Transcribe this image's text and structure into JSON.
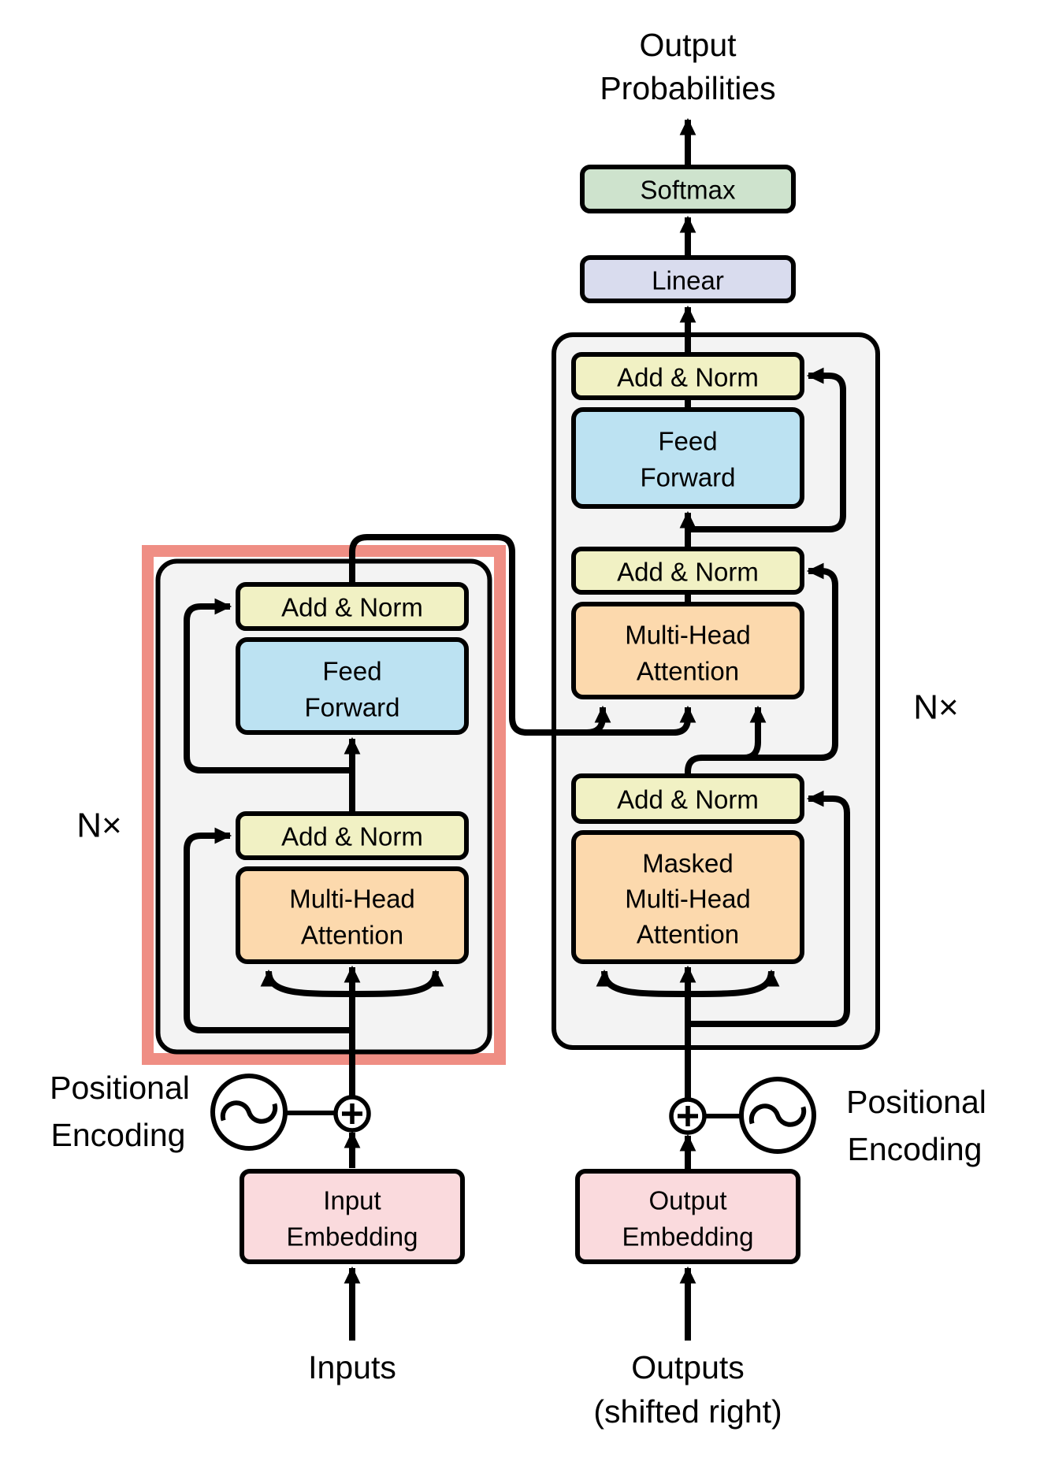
{
  "labels": {
    "output_probabilities": [
      "Output",
      "Probabilities"
    ],
    "softmax": "Softmax",
    "linear": "Linear",
    "add_norm": "Add & Norm",
    "feed_forward": [
      "Feed",
      "Forward"
    ],
    "multi_head_attention": [
      "Multi-Head",
      "Attention"
    ],
    "masked_multi_head_attention": [
      "Masked",
      "Multi-Head",
      "Attention"
    ],
    "input_embedding": [
      "Input",
      "Embedding"
    ],
    "output_embedding": [
      "Output",
      "Embedding"
    ],
    "positional_encoding": [
      "Positional",
      "Encoding"
    ],
    "n_stack": "N×",
    "inputs": "Inputs",
    "outputs": [
      "Outputs",
      "(shifted right)"
    ]
  },
  "colors": {
    "softmax_fill": "#cee3cd",
    "linear_fill": "#d9dcee",
    "add_norm_fill": "#f1f1c4",
    "feed_forward_fill": "#bce2f2",
    "attention_fill": "#fcd9ad",
    "embedding_fill": "#fadadd",
    "block_fill": "#f3f3f3",
    "encoder_highlight": "#ef8e84",
    "line": "#000000",
    "background": "#ffffff"
  }
}
